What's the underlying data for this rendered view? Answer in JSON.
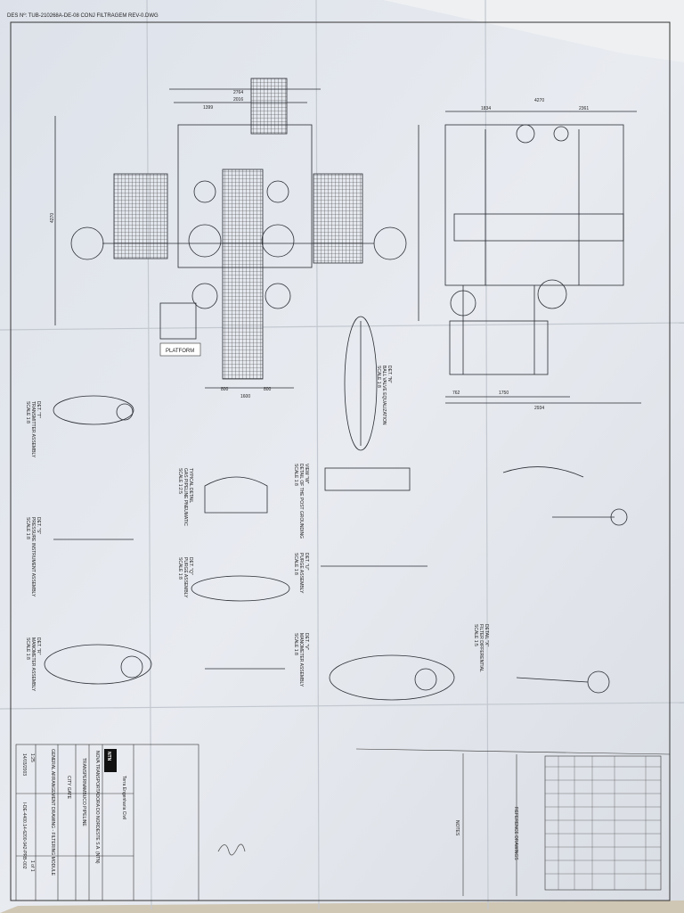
{
  "drawing_file": "DES Nº: TUB-210268A-DE-08 CONJ FILTRAGEM REV-0.DWG",
  "plan_view": {
    "dimensions": [
      "2764",
      "2016",
      "1399",
      "4270",
      "1600",
      "800",
      "800"
    ],
    "platform_label": "PLATFORM"
  },
  "elevation_view": {
    "dimensions": [
      "4270",
      "1834",
      "2361",
      "762",
      "1750",
      "2934"
    ]
  },
  "details": [
    {
      "label": "DET. \"N\"",
      "caption": "BALL VALVE EQUALIZATION",
      "scale": "SCALE 1:8"
    },
    {
      "label": "TYPICAL DETAIL",
      "caption": "GAS PIPELINE PNEUMATIC",
      "scale": "SCALE 1:2.5"
    },
    {
      "label": "VIEW \"W\"",
      "caption": "DETAIL OF THE POST GROUNDING",
      "scale": "SCALE 1:8"
    },
    {
      "label": "DET. \"T\"",
      "caption": "TRANSMITTER ASSEMBLY",
      "scale": "SCALE 1:8"
    },
    {
      "label": "DET. \"S\"",
      "caption": "PRESSURE INSTRUMENT ASSEMBLY",
      "scale": "SCALE 1:8"
    },
    {
      "label": "DET. \"U\"",
      "caption": "PURGE ASSEMBLY",
      "scale": "SCALE 1:8"
    },
    {
      "label": "DET. \"Q\"",
      "caption": "PURGE ASSEMBLY",
      "scale": "SCALE 1:8"
    },
    {
      "label": "DET. \"R\"",
      "caption": "MANOMETER ASSEMBLY",
      "scale": "SCALE 1:8"
    },
    {
      "label": "DET. \"V\"",
      "caption": "MANOMETER ASSEMBLY",
      "scale": "SCALE 1:8"
    },
    {
      "label": "DETAIL \"X\"",
      "caption": "FILTER DIFFERENTIAL",
      "scale": "SCALE 1:5"
    }
  ],
  "notes": {
    "title": "NOTES",
    "reference_title": "REFERENCE DRAWINGS"
  },
  "title_block": {
    "company": "Terra Engenharia Civil",
    "client_logo": "NTN",
    "client": "NOVA TRANSPORTADORA DO NORDESTE S.A. (NTN)",
    "project": "TRANSPERNAMBUCO PIPELINE",
    "site": "CITY GATE",
    "title": "GENERAL ARRANGEMENT DRAWING - FILTERING MODULE",
    "scale": "1:25",
    "date": "14/03/2003",
    "sheet": "1 of 1",
    "drawing_number": "I-DE-4400.14-6200-942-PRB-002"
  },
  "colors": {
    "paper": "#e4e8ee",
    "ink": "#2a2d33",
    "background": "#cfc6b4"
  }
}
